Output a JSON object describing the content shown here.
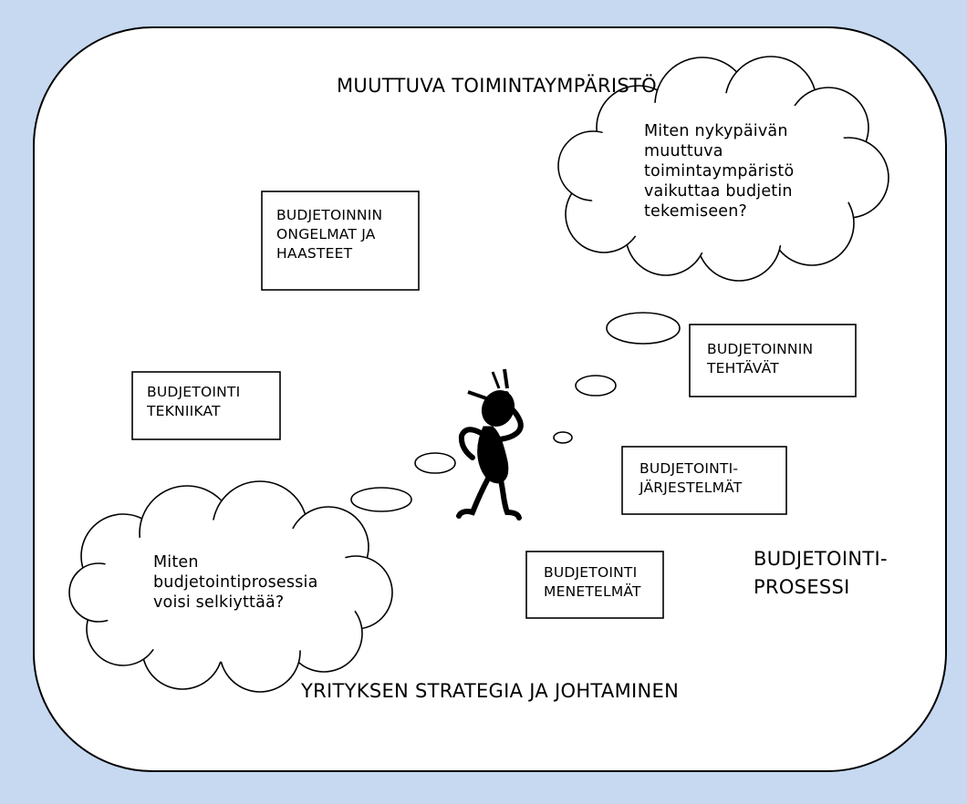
{
  "colors": {
    "background": "#c6d9f1",
    "panel": "#ffffff",
    "ink": "#000000"
  },
  "icons": [
    "thinking-figure-icon"
  ],
  "diagram": {
    "outer_top": "MUUTTUVA TOIMINTAYMPÄRISTÖ",
    "outer_bottom": "YRITYKSEN STRATEGIA JA JOHTAMINEN",
    "process_label": "BUDJETOINTI-\nPROSESSI",
    "boxes": {
      "problems": "BUDJETOINNIN\nONGELMAT JA\nHAASTEET",
      "techniques": "BUDJETOINTI\nTEKNIIKAT",
      "tasks": "BUDJETOINNIN\nTEHTÄVÄT",
      "systems": "BUDJETOINTI-\nJÄRJESTELMÄT",
      "methods": "BUDJETOINTI\nMENETELMÄT"
    },
    "clouds": {
      "environment_question": "Miten nykypäivän\nmuuttuva\ntoimintaympäristö\nvaikuttaa budjetin\ntekemiseen?",
      "process_question": "Miten\nbudjetointiprosessia\nvoisi selkiyttää?"
    }
  }
}
